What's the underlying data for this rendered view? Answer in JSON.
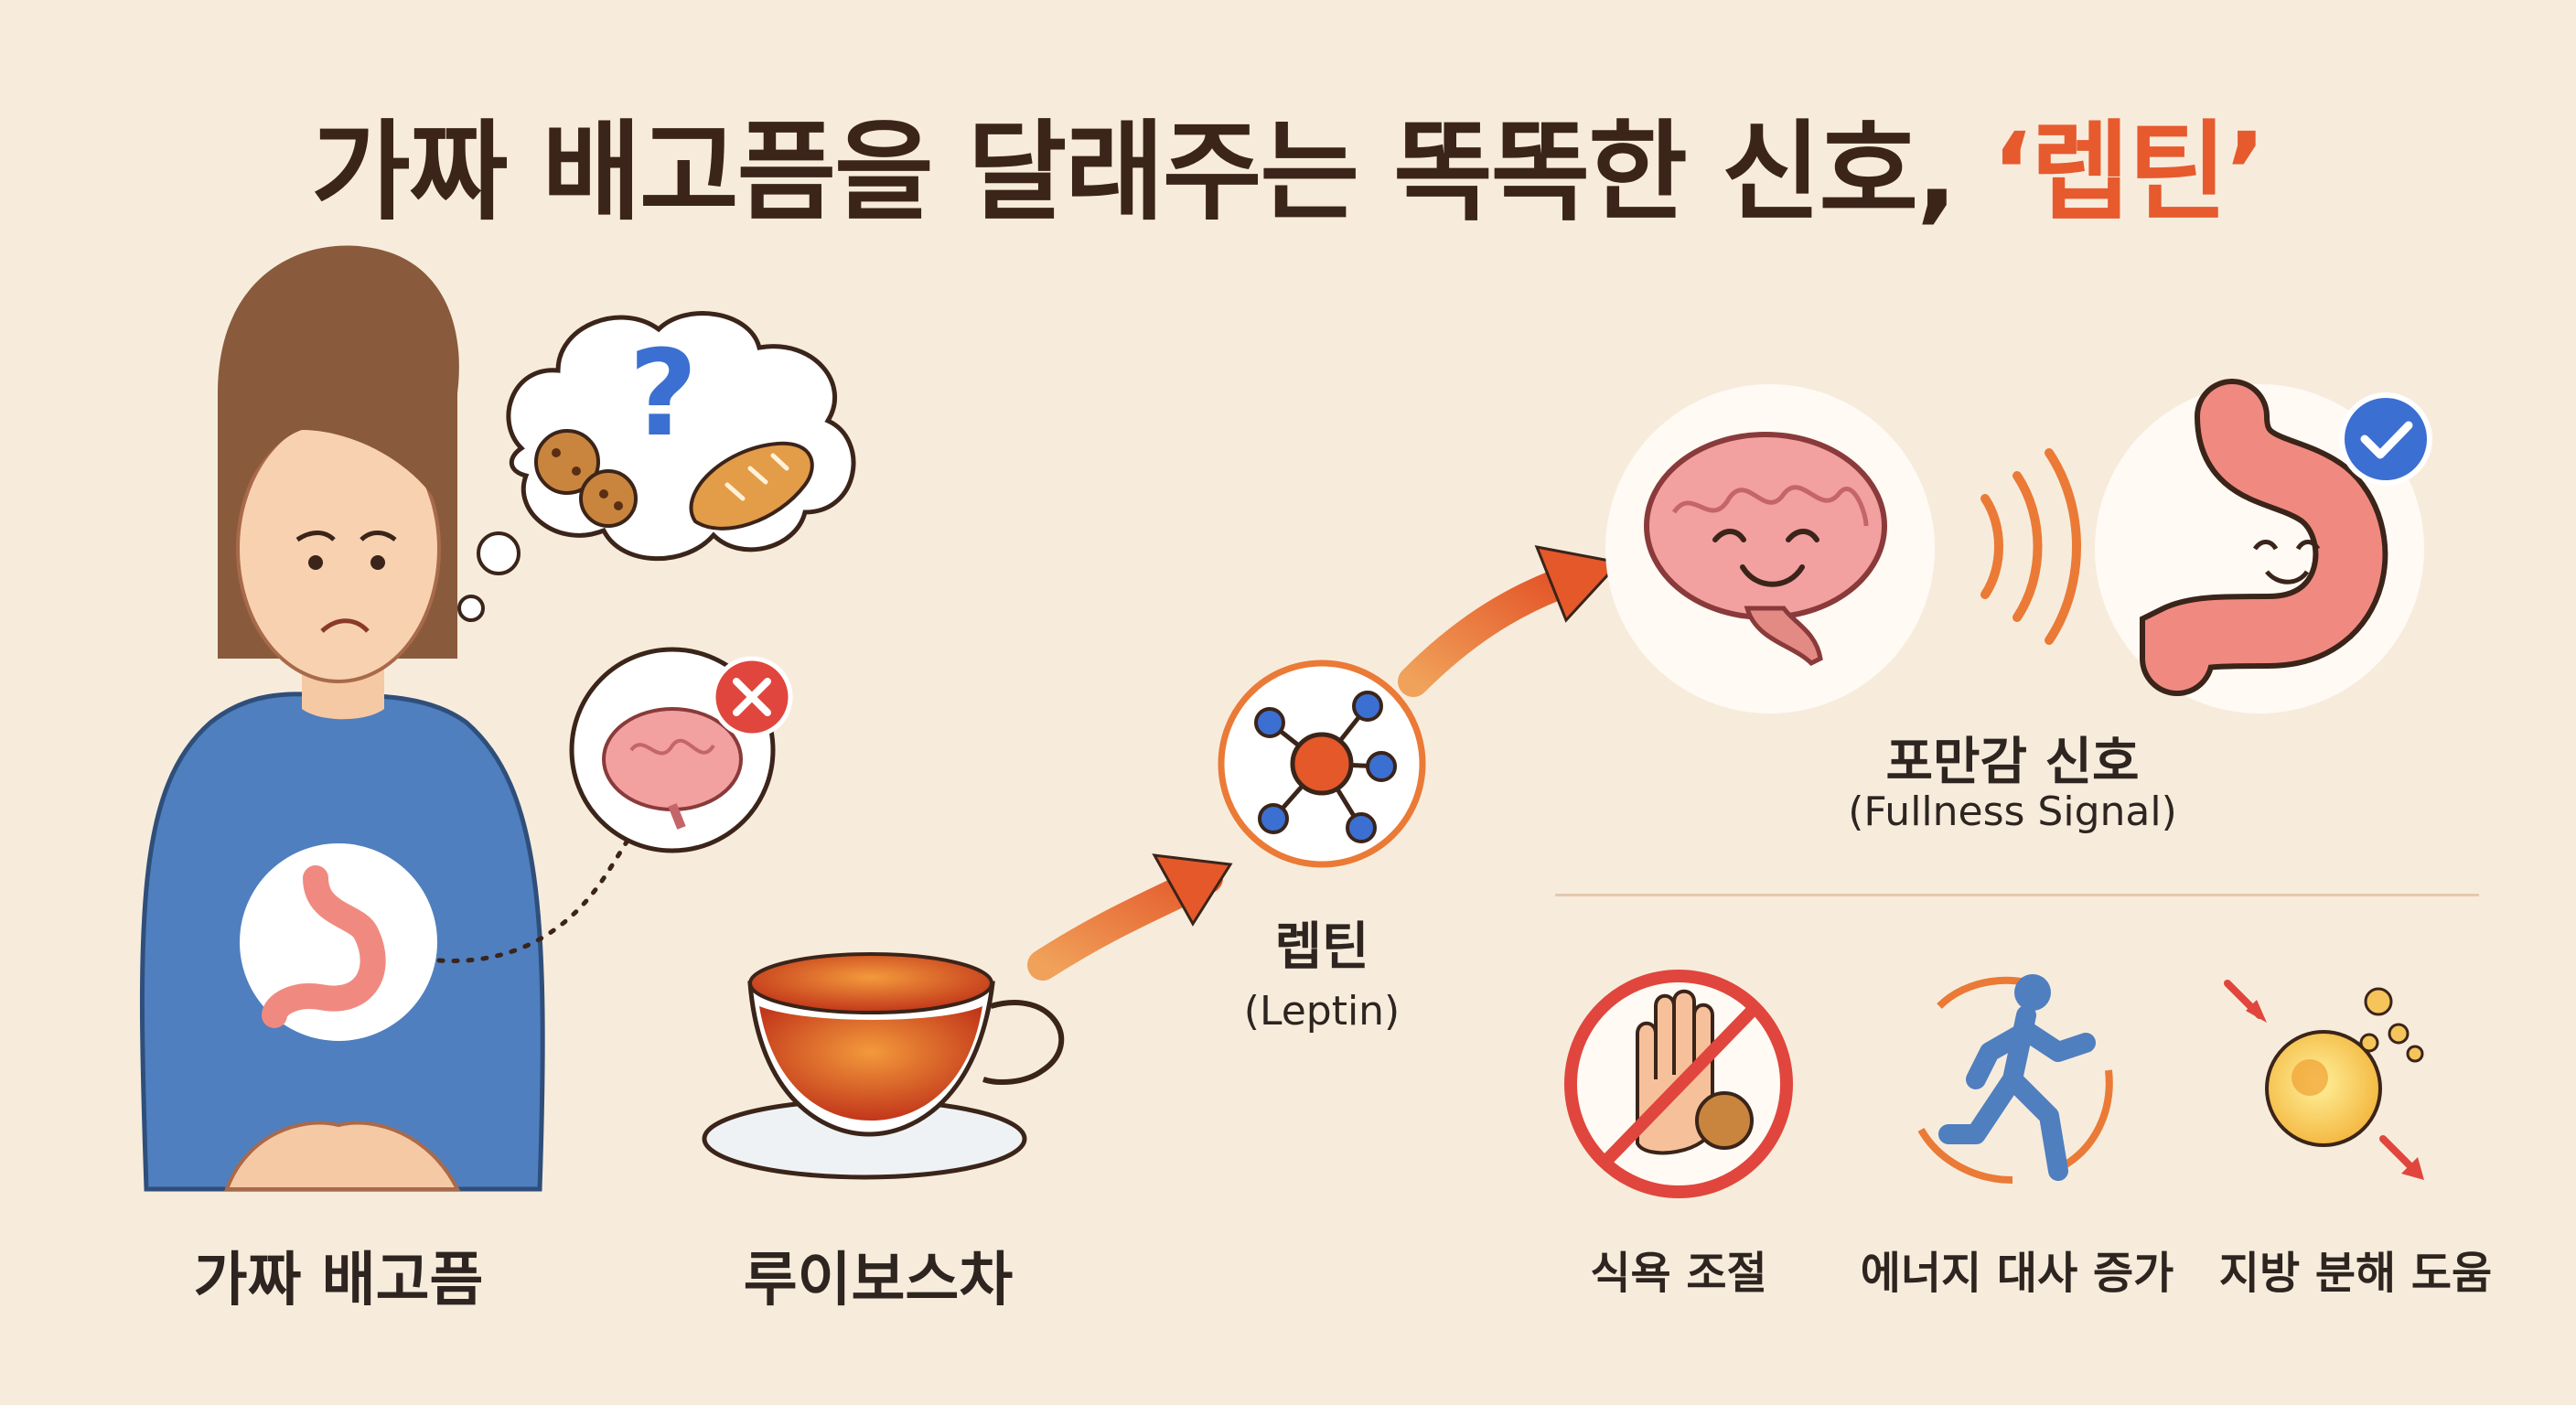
{
  "title": {
    "main": "가짜 배고픔을 달래주는 똑똑한 신호, ",
    "accent": "‘렙틴’"
  },
  "labels": {
    "fake_hunger": "가짜 배고픔",
    "rooibos_tea": "루이보스차",
    "leptin": "렙틴",
    "leptin_en": "(Leptin)",
    "fullness": "포만감 신호",
    "fullness_en": "(Fullness Signal)"
  },
  "effects": [
    {
      "label": "식욕 조절",
      "icon": "no-snacking-icon"
    },
    {
      "label": "에너지 대사 증가",
      "icon": "running-person-icon"
    },
    {
      "label": "지방 분해 도움",
      "icon": "fat-breakdown-icon"
    }
  ],
  "colors": {
    "background": "#f7ecdc",
    "accent": "#e65a2e",
    "arrow": "#ea7a36",
    "shirt": "#4f7fbf",
    "organ": "#f08a80",
    "check": "#3b6fd1",
    "cross": "#e0463d"
  }
}
